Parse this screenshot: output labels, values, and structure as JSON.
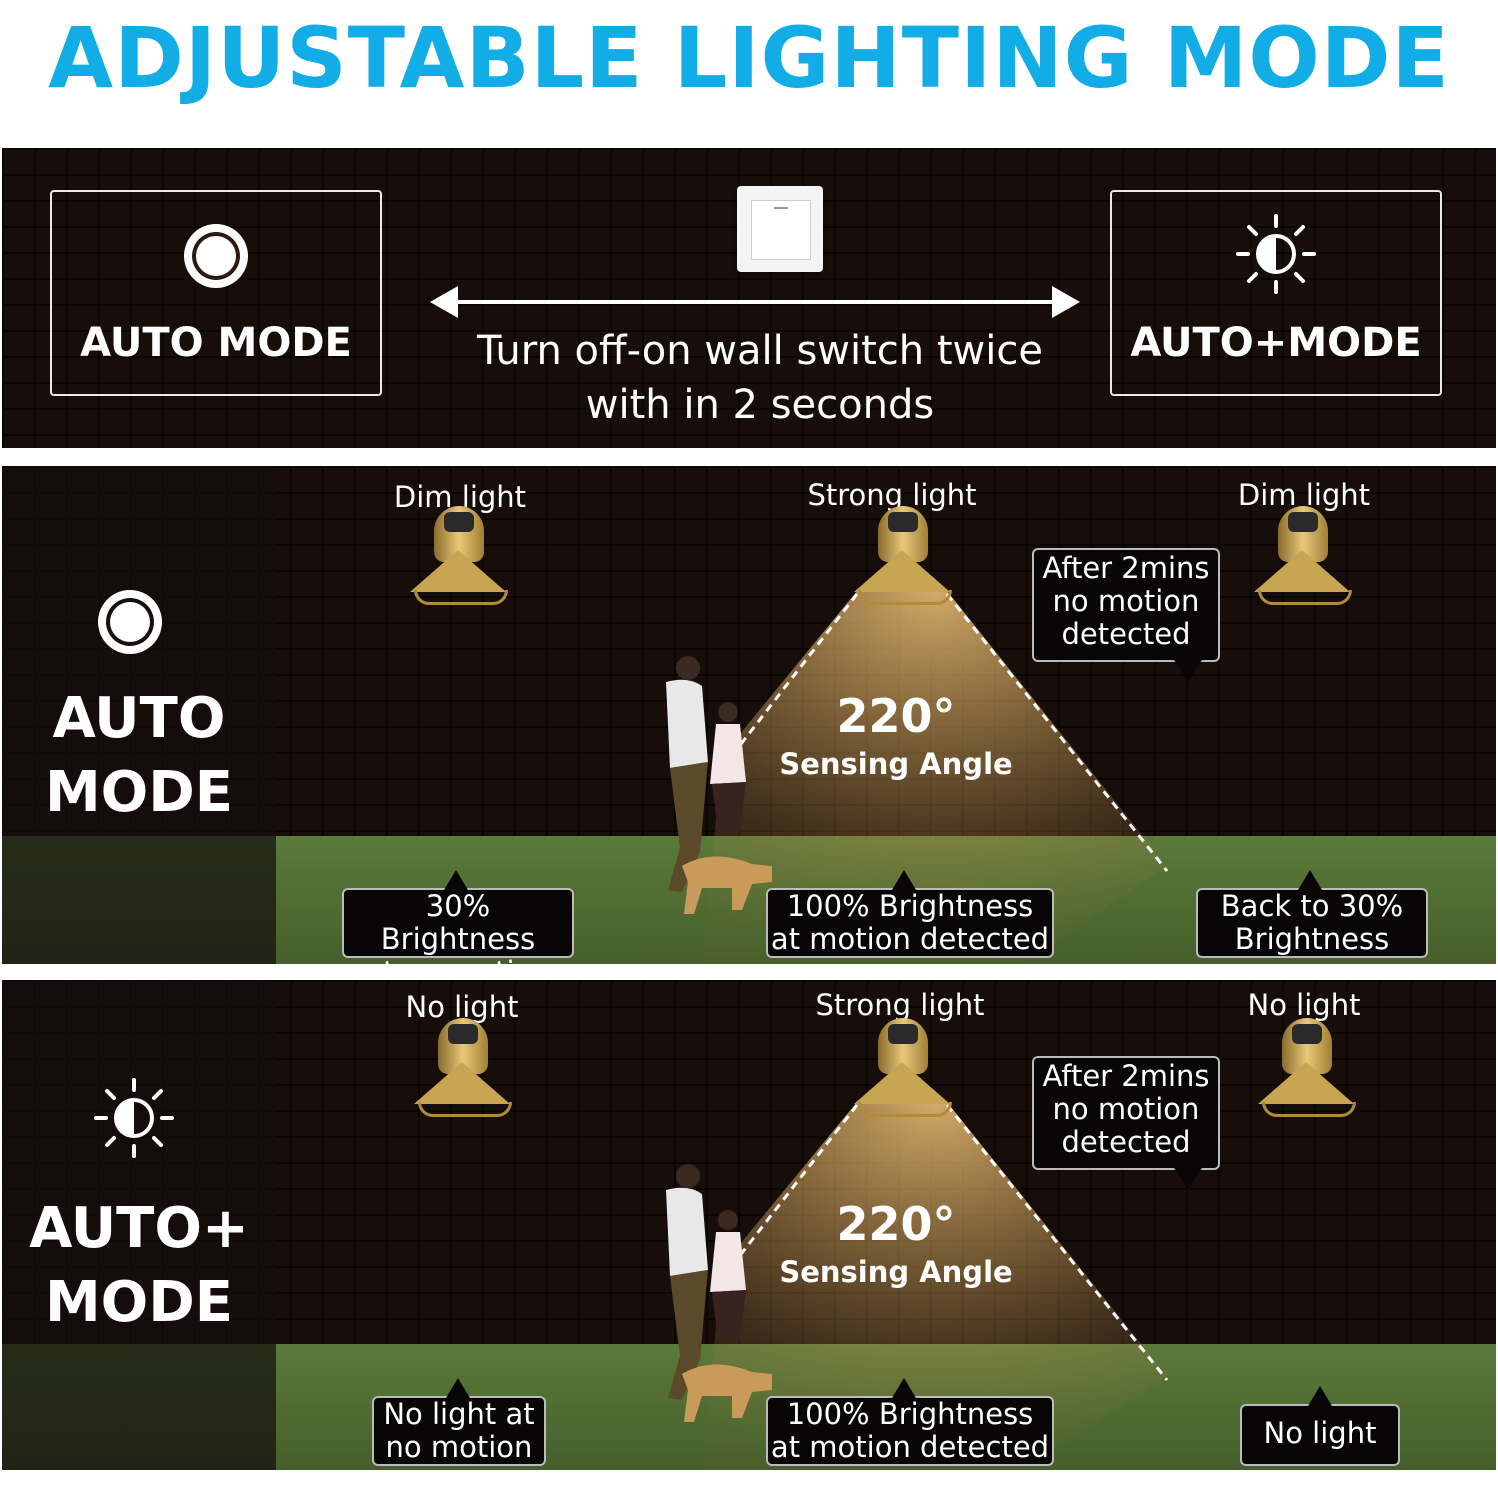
{
  "title": "ADJUSTABLE LIGHTING MODE",
  "switch_panel": {
    "left_mode": "AUTO MODE",
    "right_mode": "AUTO+MODE",
    "instruction_line1": "Turn off-on wall switch twice",
    "instruction_line2": "with in 2 seconds"
  },
  "auto_mode": {
    "title_line1": "AUTO",
    "title_line2": "MODE",
    "lamp_left_label": "Dim light",
    "lamp_center_label": "Strong light",
    "lamp_right_label": "Dim light",
    "angle_value": "220°",
    "angle_label": "Sensing Angle",
    "timeout_line1": "After 2mins",
    "timeout_line2": "no motion",
    "timeout_line3": "detected",
    "left_note_line1": "30% Brightness",
    "left_note_line2": "at no motion",
    "center_note_line1": "100% Brightness",
    "center_note_line2": "at motion detected",
    "right_note_line1": "Back to 30%",
    "right_note_line2": "Brightness"
  },
  "auto_plus_mode": {
    "title_line1": "AUTO+",
    "title_line2": "MODE",
    "lamp_left_label": "No light",
    "lamp_center_label": "Strong light",
    "lamp_right_label": "No light",
    "angle_value": "220°",
    "angle_label": "Sensing Angle",
    "timeout_line1": "After 2mins",
    "timeout_line2": "no motion",
    "timeout_line3": "detected",
    "left_note_line1": "No light at",
    "left_note_line2": "no motion",
    "center_note_line1": "100% Brightness",
    "center_note_line2": "at motion detected",
    "right_note": "No light"
  },
  "colors": {
    "title_blue": "#12ace6",
    "brick": "#2a1a16",
    "lamp_gold": "#c9a452",
    "light_glow": "#f3c679",
    "grass": "#5b7a3a"
  },
  "icons": {
    "auto_mode": "ring-circle-icon",
    "auto_plus_mode": "half-sun-icon",
    "switch": "wall-switch-icon"
  }
}
